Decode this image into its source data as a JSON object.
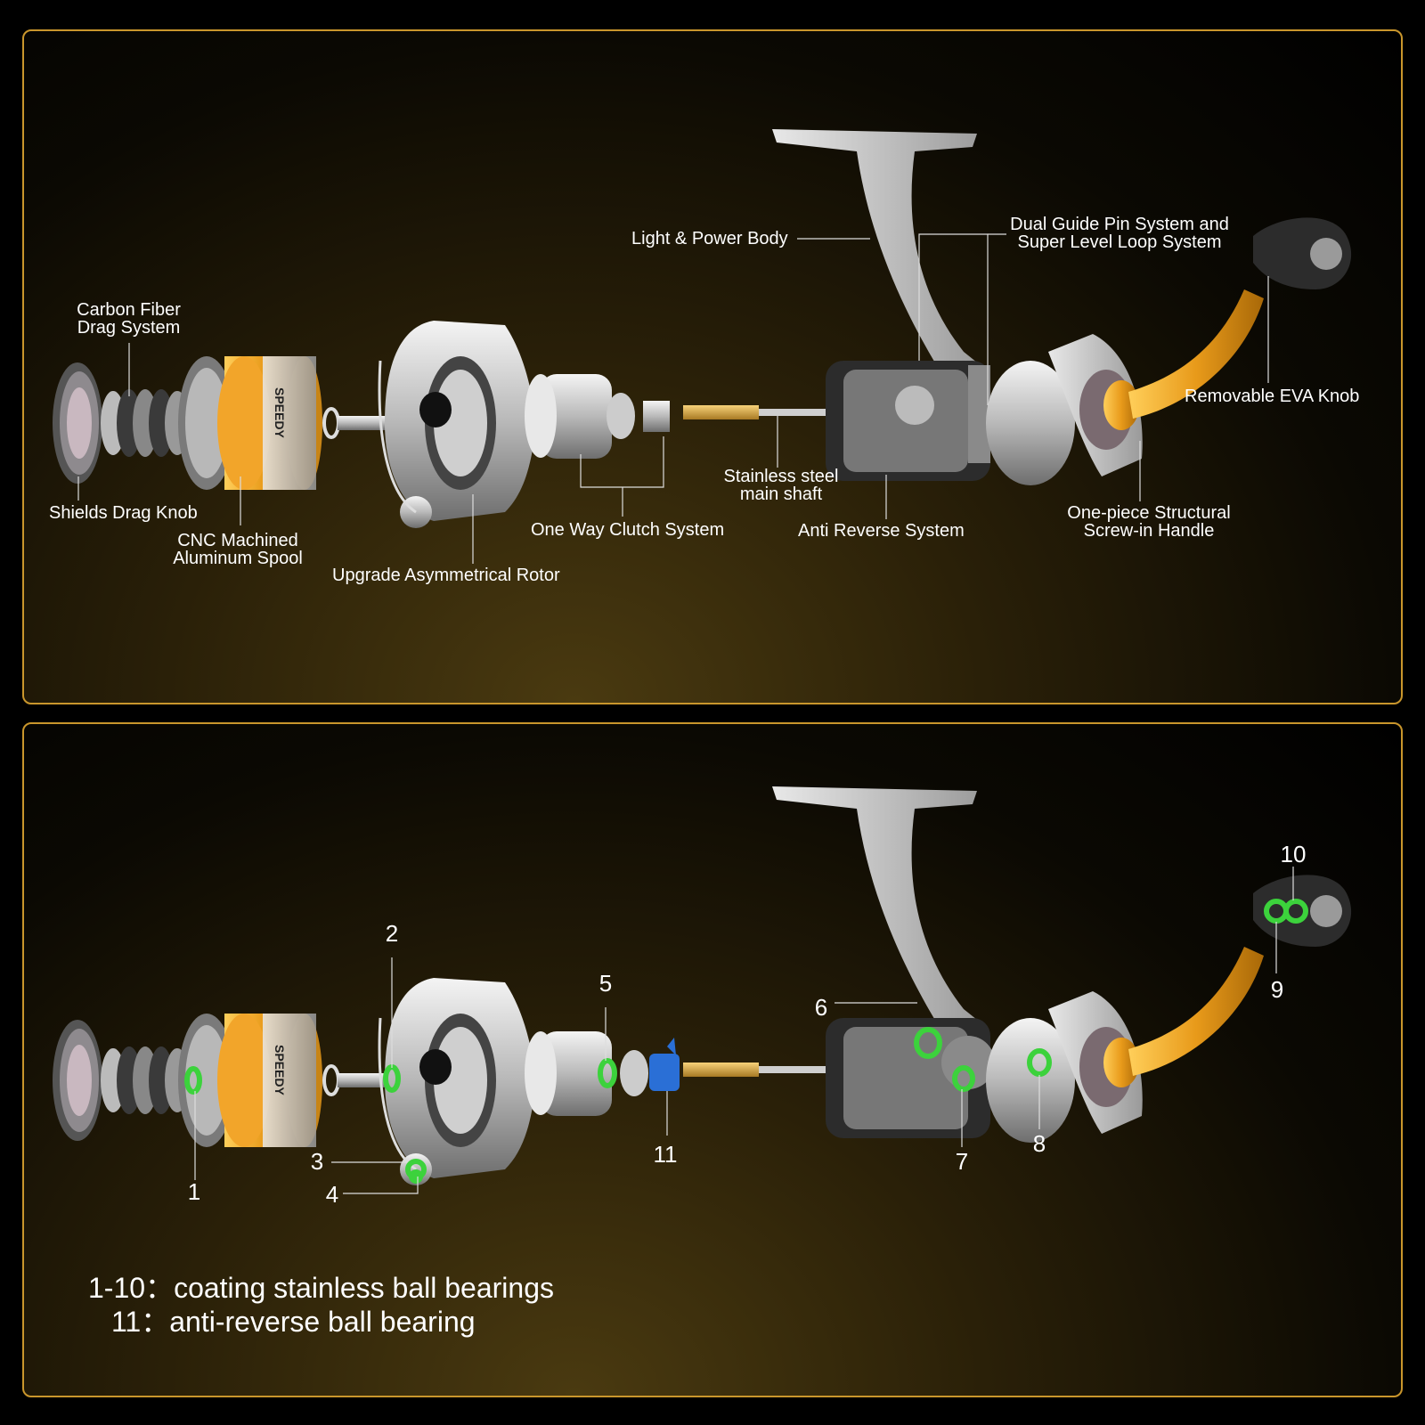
{
  "top_panel": {
    "labels": {
      "carbon_fiber_line1": "Carbon Fiber",
      "carbon_fiber_line2": "Drag System",
      "light_power_body": "Light & Power Body",
      "dual_guide_line1": "Dual Guide Pin System and",
      "dual_guide_line2": "Super Level Loop System",
      "removable_eva_knob": "Removable EVA Knob",
      "shields_drag_knob": "Shields Drag Knob",
      "cnc_line1": "CNC Machined",
      "cnc_line2": "Aluminum Spool",
      "upgrade_rotor": "Upgrade Asymmetrical Rotor",
      "one_way_clutch": "One Way Clutch System",
      "shaft_line1": "Stainless steel",
      "shaft_line2": "main shaft",
      "anti_reverse": "Anti Reverse System",
      "handle_line1": "One-piece Structural",
      "handle_line2": "Screw-in Handle"
    },
    "spool_brand": "SPEEDY"
  },
  "bottom_panel": {
    "numbers": [
      "1",
      "2",
      "3",
      "4",
      "5",
      "6",
      "7",
      "8",
      "9",
      "10",
      "11"
    ],
    "legend": {
      "line1_key": "1-10：",
      "line1_text": "coating stainless ball bearings",
      "line2_key": "11：",
      "line2_text": "anti-reverse ball bearing"
    },
    "spool_brand": "SPEEDY"
  },
  "colors": {
    "border": "#c9962c",
    "bearing": "#3cd23c",
    "anti_reverse_bearing": "#2a6fd6",
    "spool_gold": "#e89a1a"
  }
}
